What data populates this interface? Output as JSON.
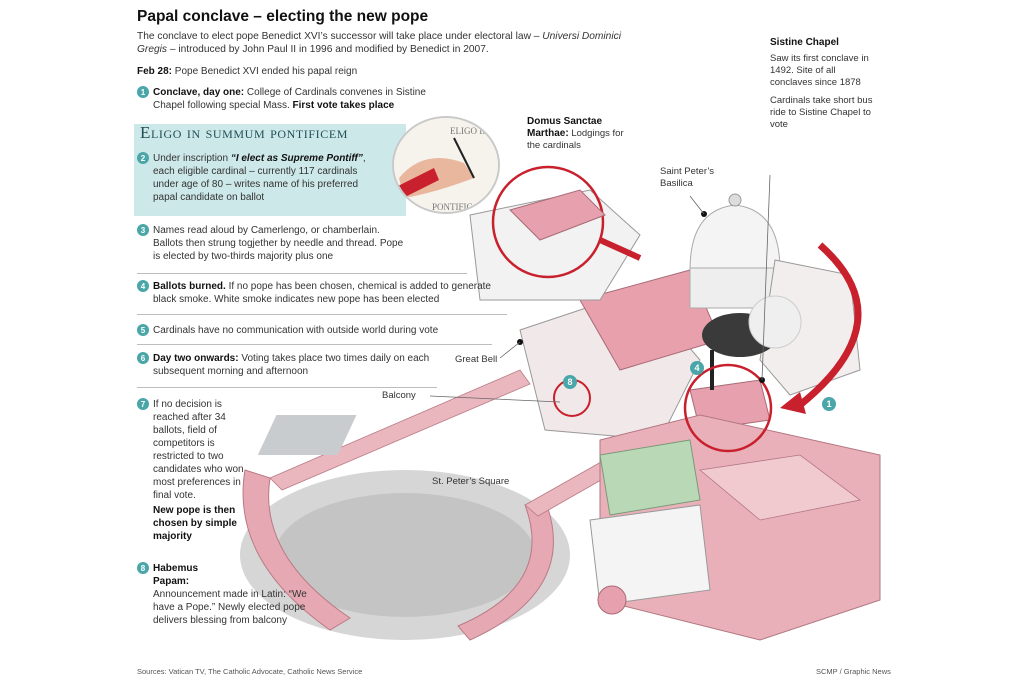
{
  "title": "Papal conclave – electing the new pope",
  "intro": {
    "line1": "The conclave to elect pope Benedict XVI’s successor will take place under electoral law –",
    "law_name": "Universi Dominici Gregis",
    "line2": " – introduced by John Paul II in 1996 and modified by Benedict in 2007."
  },
  "feb28": {
    "date": "Feb 28:",
    "text": " Pope Benedict XVI ended his papal reign"
  },
  "banner_title": "Eligo in summum pontificem",
  "paper_text_top": "ELIGO IN S",
  "paper_text_bottom": "PONTIFIC",
  "steps": [
    {
      "num": "1",
      "bold": "Conclave, day one:",
      "text": " College of Cardinals convenes in Sistine Chapel following special Mass.",
      "bold2": " First vote takes place"
    },
    {
      "num": "2",
      "text_pre": "Under inscription ",
      "quote": "“I elect as Supreme Pontiff”",
      "text": ", each eligible cardinal – currently 117 cardinals under age of 80 – writes name of his preferred papal candidate on ballot"
    },
    {
      "num": "3",
      "text": "Names read aloud by Camerlengo, or chamberlain. Ballots then strung togjether by needle and thread. Pope is elected by two-thirds majority plus one"
    },
    {
      "num": "4",
      "bold": "Ballots burned.",
      "text": " If no pope has been chosen, chemical is added to generate black smoke. White smoke indicates new pope has been elected"
    },
    {
      "num": "5",
      "text": "Cardinals have no communication with outside world during vote"
    },
    {
      "num": "6",
      "bold": "Day two onwards:",
      "text": " Voting takes place two times daily on each subsequent morning and afternoon"
    },
    {
      "num": "7",
      "text": "If no decision is reached after 34 ballots, field of competitors is restricted to two candidates who won most preferences in final vote.",
      "bold2": "New pope is then chosen by simple majority"
    },
    {
      "num": "8",
      "bold": "Habemus Papam:",
      "text": "Announcement made in Latin: “We have a Pope.” Newly elected pope delivers blessing from balcony"
    }
  ],
  "sistine": {
    "title": "Sistine Chapel",
    "text1": "Saw its first conclave in 1492. Site of all conclaves since 1878",
    "text2": "Cardinals take short bus ride to Sistine Chapel to vote"
  },
  "domus": {
    "title": "Domus Sanctae Marthae:",
    "text": " Lodgings for the cardinals"
  },
  "labels": {
    "basilica": "Saint Peter’s Basilica",
    "great_bell": "Great Bell",
    "balcony": "Balcony",
    "square": "St. Peter’s Square"
  },
  "markers": {
    "smoke": "4",
    "balcony": "8",
    "route": "1"
  },
  "source": "Sources: Vatican TV, The Catholic Advocate, Catholic News Service",
  "credit": "SCMP / Graphic News",
  "colors": {
    "teal": "#4aa6a9",
    "red": "#c8202c",
    "pink": "#e8aeb8",
    "banner": "#cde8e9"
  }
}
